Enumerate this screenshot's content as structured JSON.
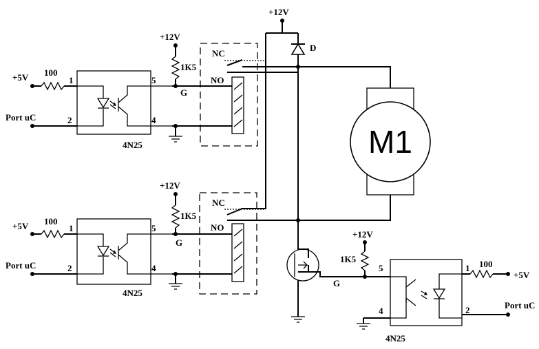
{
  "opto": {
    "part": "4N25",
    "pin1": "1",
    "pin2": "2",
    "pin4": "4",
    "pin5": "5"
  },
  "input": {
    "supply": "+5V",
    "resistor": "100",
    "port": "Port uC"
  },
  "relay": {
    "supply": "+12V",
    "pullup": "1K5",
    "gate": "G",
    "nc": "NC",
    "no": "NO"
  },
  "mosfet": {
    "supply": "+12V",
    "pullup": "1K5",
    "gate": "G"
  },
  "top": {
    "supply": "+12V",
    "diode": "D"
  },
  "motor": {
    "label": "M1"
  }
}
